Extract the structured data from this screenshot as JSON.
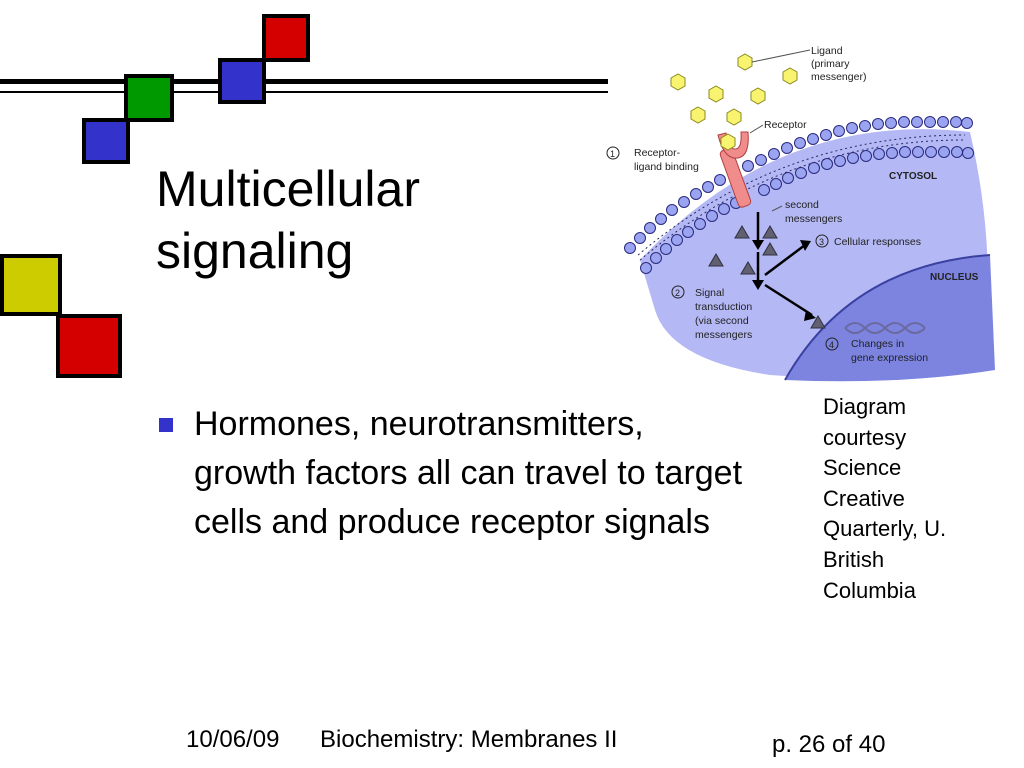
{
  "colors": {
    "square_red": "#d40000",
    "square_green": "#009a00",
    "square_blue": "#3333cc",
    "square_yellow": "#cccc00",
    "bullet": "#3333cc",
    "cytosol": "#b4b8f4",
    "nucleus": "#7c84e0",
    "membrane_head": "#9aa4f0",
    "receptor": "#f08c8c",
    "ligand": "#f8f470"
  },
  "slide": {
    "title_lines": [
      "Multicellular",
      "signaling"
    ],
    "bullets": [
      "Hormones, neurotransmitters, growth factors all can travel to target cells and produce receptor signals"
    ],
    "credit_lines": [
      "Diagram",
      "courtesy",
      "Science",
      "Creative",
      "Quarterly, U.",
      "British",
      "Columbia"
    ]
  },
  "diagram": {
    "ligand_label": [
      "Ligand",
      "(primary",
      "messenger)"
    ],
    "receptor_label": "Receptor",
    "step1": {
      "number": "1",
      "lines": [
        "Receptor-",
        "ligand binding"
      ]
    },
    "cytosol_label": "CYTOSOL",
    "second_messengers_label": [
      "second",
      "messengers"
    ],
    "step3": {
      "number": "3",
      "lines": [
        "Cellular responses"
      ]
    },
    "nucleus_label": "NUCLEUS",
    "step2": {
      "number": "2",
      "lines": [
        "Signal",
        "transduction",
        "(via second",
        "messengers"
      ]
    },
    "step4": {
      "number": "4",
      "lines": [
        "Changes in",
        "gene expression"
      ]
    }
  },
  "footer": {
    "date": "10/06/09",
    "course": "Biochemistry: Membranes II",
    "page": "p. 26 of 40"
  }
}
